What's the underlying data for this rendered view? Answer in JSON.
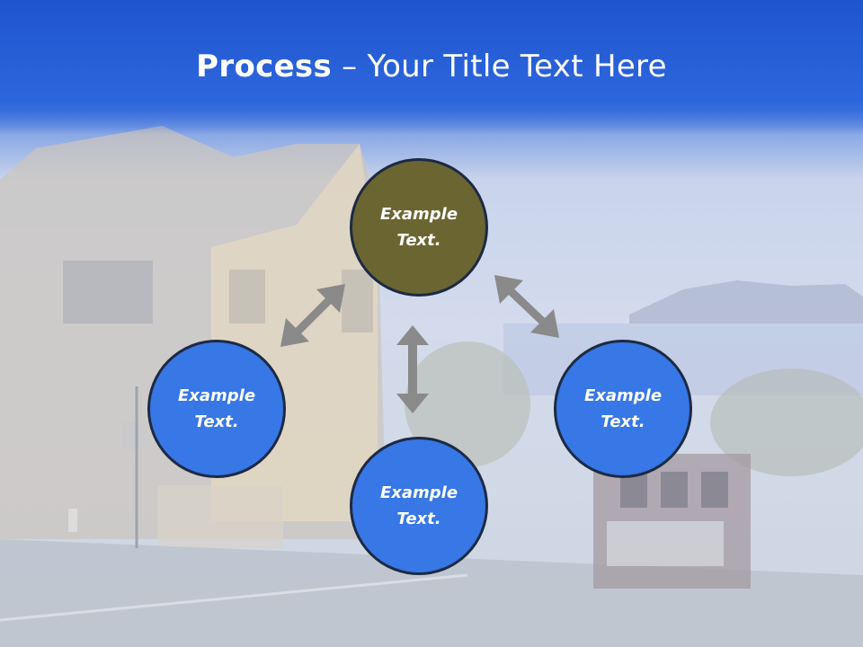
{
  "slide": {
    "title_bold": "Process",
    "title_rest": " – Your Title Text Here"
  },
  "nodes": {
    "top": "Example Text.",
    "left": "Example Text.",
    "right": "Example Text.",
    "bottom": "Example Text."
  },
  "colors": {
    "header_blue": "#2c65dc",
    "node_top": "#6b6532",
    "node_blue": "#3777e6",
    "arrow_gray": "#8a8a8a"
  }
}
